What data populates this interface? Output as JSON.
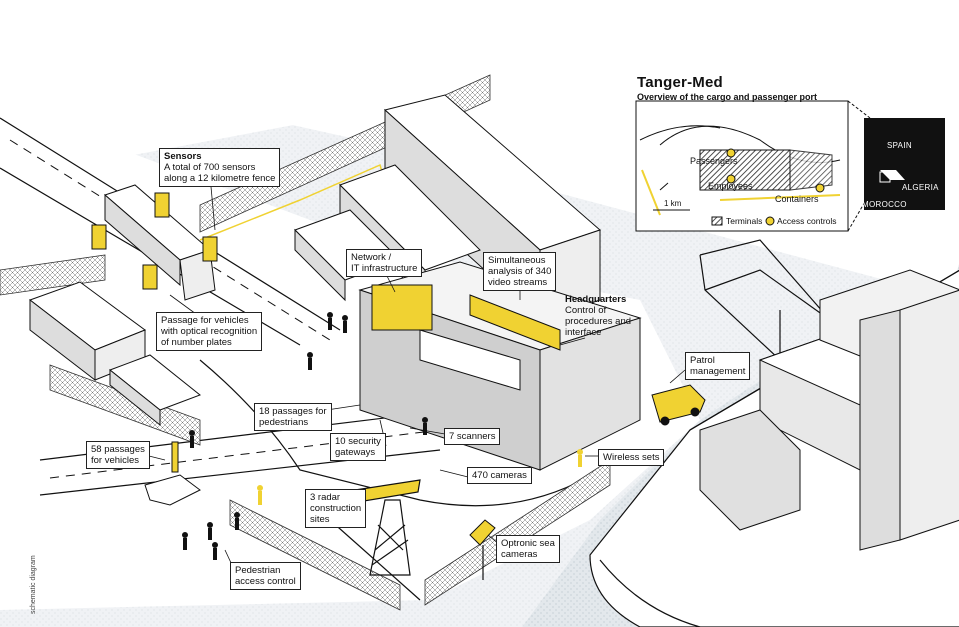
{
  "title": "Tanger-Med",
  "subtitle": "Overview of the cargo and passenger port",
  "map": {
    "passengers": "Passengers",
    "employees": "Employees",
    "containers": "Containers",
    "scale": "1 km",
    "legend_terminals": "Terminals",
    "legend_access": "Access controls",
    "countries": {
      "spain": "SPAIN",
      "algeria": "ALGERIA",
      "morocco": "MOROCCO"
    }
  },
  "callouts": {
    "sensors_title": "Sensors",
    "sensors_line1": "A total of 700 sensors",
    "sensors_line2": "along a 12 kilometre fence",
    "network_line1": "Network /",
    "network_line2": "IT infrastructure",
    "video_line1": "Simultaneous",
    "video_line2": "analysis of 340",
    "video_line3": "video streams",
    "hq_title": "Headquarters",
    "hq_line1": "Control of",
    "hq_line2": "procedures and",
    "hq_line3": "interface",
    "ocr_line1": "Passage for vehicles",
    "ocr_line2": "with optical recognition",
    "ocr_line3": "of number plates",
    "patrol_line1": "Patrol",
    "patrol_line2": "management",
    "ped18_line1": "18 passages for",
    "ped18_line2": "pedestrians",
    "gateways_line1": "10 security",
    "gateways_line2": "gateways",
    "scanners": "7 scanners",
    "cameras": "470 cameras",
    "wireless": "Wireless sets",
    "veh58_line1": "58 passages",
    "veh58_line2": "for vehicles",
    "radar_line1": "3 radar",
    "radar_line2": "construction",
    "radar_line3": "sites",
    "optronic_line1": "Optronic sea",
    "optronic_line2": "cameras",
    "pedctrl_line1": "Pedestrian",
    "pedctrl_line2": "access control"
  },
  "note": "schematic diagram",
  "colors": {
    "accent": "#f0d232",
    "ink": "#1a1a1a",
    "sea": "#dfe5ea",
    "paper": "#ffffff"
  }
}
